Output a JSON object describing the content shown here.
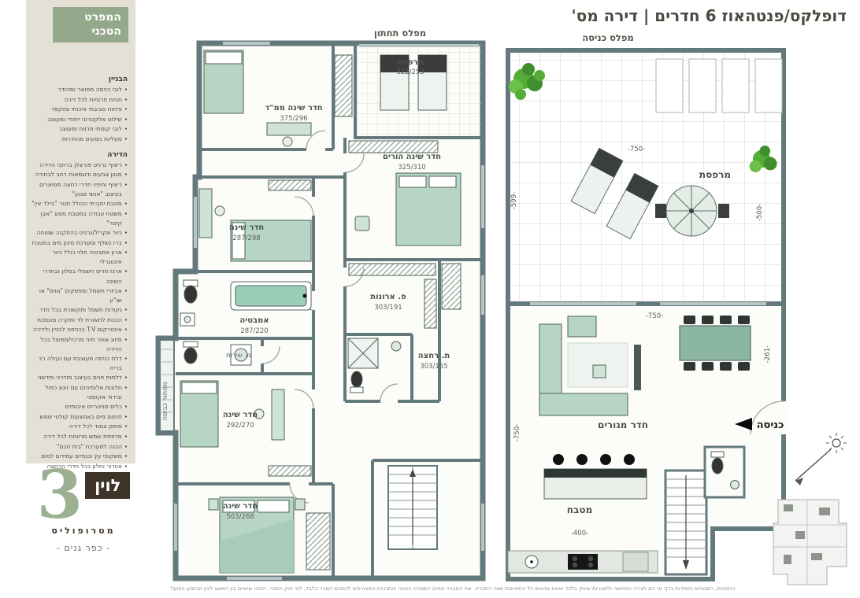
{
  "title": {
    "main": "דופלקס/פנטהאוז 6 חדרים | דירה מס'"
  },
  "levels": {
    "lower": "מפלס תחתון",
    "entrance": "מפלס כניסה"
  },
  "sidebar": {
    "header": "המפרט הטכני",
    "sections": [
      {
        "title": "הבניין",
        "items": [
          "לובי כניסה מפואר ומהודר",
          "חניות פרטיות לכל דירה",
          "פיתוח סביבתי איכותי ומוקפד",
          "שילוט אלקטרוני ייחודי ומעוצב",
          "לובי קומתי מרווח ומעוצב",
          "מעליות נוסעים מהודרות"
        ]
      },
      {
        "title": "הדירה",
        "items": [
          "ריצוף גרניט פורצלן ברחבי הדירה",
          "מגוון צבעים ודוגמאות רחב לבחירה",
          "ריצוף וחיפוי חדרי רחצה מפוארים בעיצוב \"אנשי סגנון\"",
          "מטבח יוקרתי הכולל תנור \"בילד אין\"",
          "משטח עבודה במטבח מסוג \"אבן קיסר\"",
          "כיור אקריל/גרניט בהתקנה שטוחה",
          "ברז נשלף ומערכת סינון מים במטבח",
          "ארון אמבטיה תלוי כולל כיור אינטגרלי",
          "ארגז תריס חשמלי בסלון ובחדרי השינה",
          "אביזרי חשמל ומפסקים \"גוויס\" או שו\"ע",
          "נקודות חשמל ותקשורת בכל חדר",
          "הכנות לתאורת לד ותקרה מונמכת",
          "אינטרקום T.V בכניסה לבניין ולדירה",
          "מיזוג אוויר מיני מרכזי/מפוצל בכל הדירה",
          "דלת כניסה מעוצבת עם נעילה רב בריח",
          "דלתות פנים בעיצוב מודרני וחדשני",
          "חלונות אלומיניום עם זיגוג כפול ובידוד אקוסטי",
          "כלים סניטריים איכותיים",
          "חימום מים באמצעות קולטי שמש",
          "מחסן צמוד לכל דירה",
          "מרפסת שמש מרווחת לכל דירה",
          "הכנה למערכת \"בית חכם\"",
          "משקופי עץ וכנפיים עמידים למים",
          "אוורור וחלון בכל חדרי הרחצה"
        ]
      }
    ],
    "logo": {
      "brand": "לוין",
      "number": "3",
      "name": "מטרופוליס",
      "tagline": "- כפר גנים -"
    }
  },
  "lower_plan": {
    "rooms": [
      {
        "name": "חדר שינה ממ\"ד",
        "dim": "375/296"
      },
      {
        "name": "מרפסת",
        "dim": "322/253"
      },
      {
        "name": "חדר שינה הורים",
        "dim": "325/310"
      },
      {
        "name": "חדר שינה",
        "dim": "287/298"
      },
      {
        "name": "אמבטיה",
        "dim": "287/220"
      },
      {
        "name": "מ. שירות",
        "dim": ""
      },
      {
        "name": "פ. ארונות",
        "dim": "303/191"
      },
      {
        "name": "ת. רחצה",
        "dim": "303/155"
      },
      {
        "name": "חדר שינה",
        "dim": "292/270"
      },
      {
        "name": "חדר שינה",
        "dim": "503/268"
      },
      {
        "name": "מסתור כביסה",
        "dim": ""
      }
    ]
  },
  "entrance_plan": {
    "rooms": {
      "terrace": "מרפסת",
      "living": "חדר מגורים",
      "kitchen": "מטבח",
      "entry": "כניסה"
    },
    "dims": {
      "terrace_w": "-750-",
      "terrace_left": "-599-",
      "terrace_right": "-500-",
      "living_w": "-750-",
      "living_left": "-750-",
      "dining": "-261-",
      "kitchen": "-400-"
    }
  },
  "footer": {
    "disclaimer": "התכניות, השטחים והמידות בדף זה הם לצרכי המחשה ולמטרות שיווק בלבד ואינם מהווים כל התחייבות מצד החברה. את החברה מחייב המפרט הטכני והתכניות המצורפים להסכם המכר בלבד, לפי חוק המכר. ייתכנו שינויים בין המוצג לבין הביצוע בפועל"
  },
  "colors": {
    "accent_green": "#94a88c",
    "wall": "#64797c",
    "furniture": "#b7d5c5"
  }
}
